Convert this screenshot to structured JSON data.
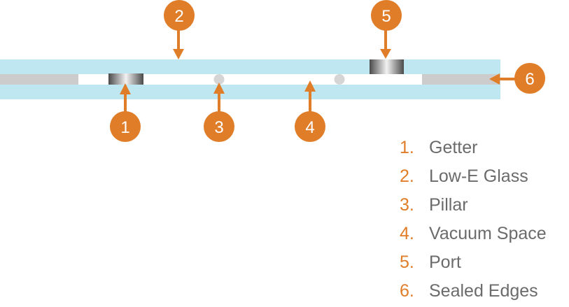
{
  "colors": {
    "glass": "#bfe7f1",
    "accent": "#e07d28",
    "seal": "#cccccc",
    "pillar": "#d5d5d5",
    "legend_text": "#6b6b6b"
  },
  "callouts": {
    "getter": "1",
    "low_e_glass": "2",
    "pillar": "3",
    "vacuum_space": "4",
    "port": "5",
    "sealed_edges": "6"
  },
  "legend": [
    {
      "num": "1.",
      "label": "Getter"
    },
    {
      "num": "2.",
      "label": "Low-E Glass"
    },
    {
      "num": "3.",
      "label": "Pillar"
    },
    {
      "num": "4.",
      "label": "Vacuum Space"
    },
    {
      "num": "5.",
      "label": "Port"
    },
    {
      "num": "6.",
      "label": "Sealed Edges"
    }
  ]
}
